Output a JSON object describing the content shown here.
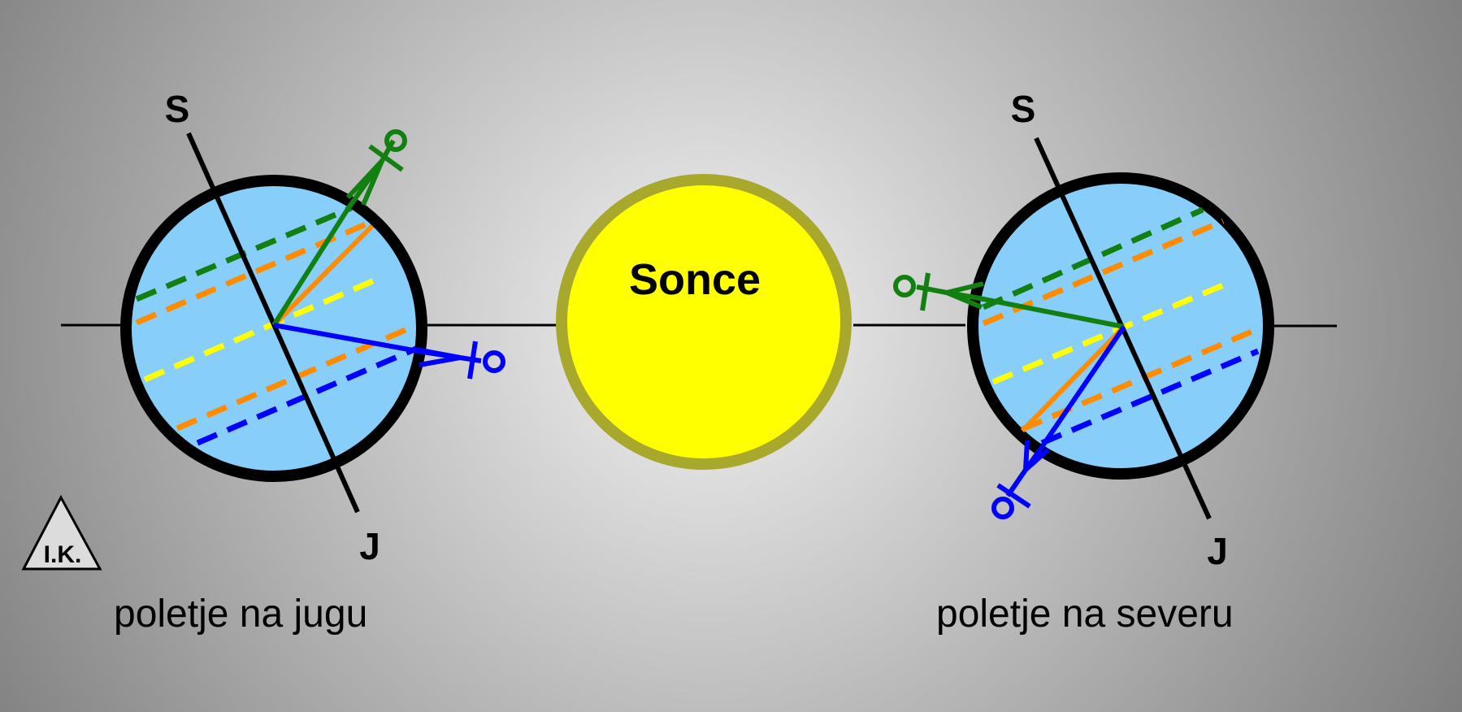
{
  "sun": {
    "label": "Sonce",
    "fill": "#ffff00",
    "ring": "#a8a82c"
  },
  "left_globe": {
    "north_label": "S",
    "south_label": "J",
    "caption": "poletje na jugu"
  },
  "right_globe": {
    "north_label": "S",
    "south_label": "J",
    "caption": "poletje na severu"
  },
  "logo": {
    "text": "I.K."
  },
  "colors": {
    "globe": "#87cefa",
    "green": "#118011",
    "orange": "#ff8c00",
    "yellow": "#ffff00",
    "blue": "#0000ff",
    "background_center": "#f2f2f2",
    "background_edge": "#7d7d7d"
  }
}
